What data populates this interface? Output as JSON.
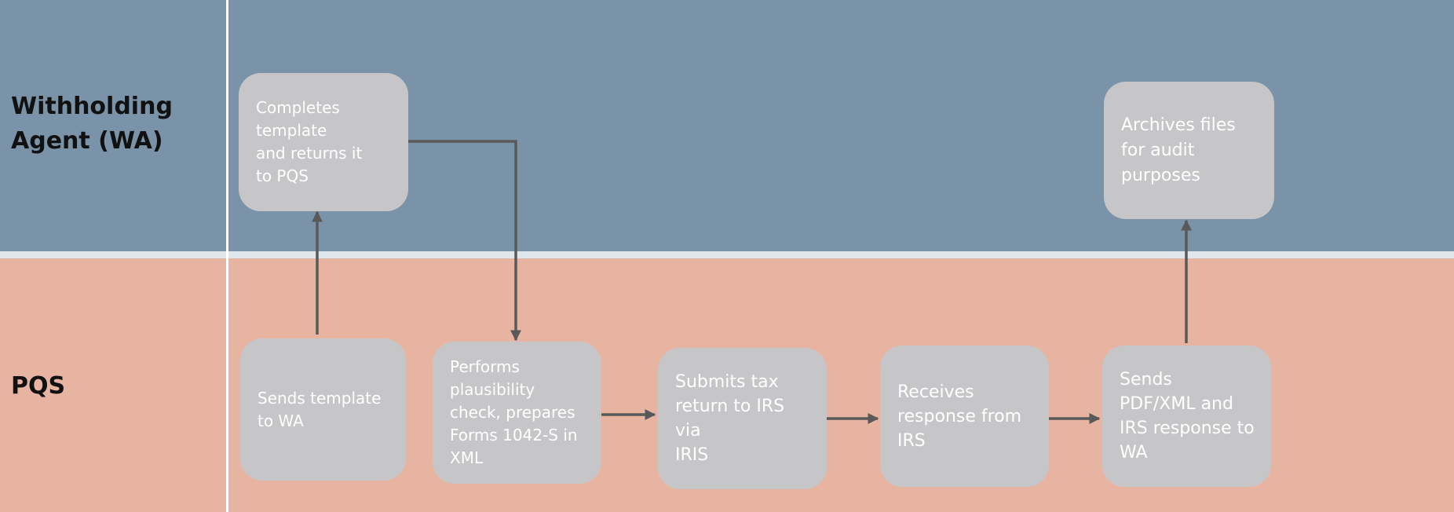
{
  "colors": {
    "wa_lane": "#7b93a8",
    "pqs_lane": "#e8b4a2",
    "box": "#c6c6c9",
    "arrow": "#595959"
  },
  "lanes": {
    "wa": {
      "label": "Withholding\nAgent (WA)"
    },
    "pqs": {
      "label": "PQS"
    }
  },
  "steps": {
    "completes_template": "Completes\ntemplate\nand returns it\nto PQS",
    "archives_files": "Archives files\nfor audit\npurposes",
    "sends_template": "Sends template\nto WA",
    "plausibility_check": "Performs\nplausibility\ncheck, prepares\nForms 1042-S in\nXML",
    "submits_return": "Submits tax\nreturn to IRS via\nIRIS",
    "receives_response": "Receives\nresponse from\nIRS",
    "sends_pdf_xml": "Sends\nPDF/XML and\nIRS response to\nWA"
  }
}
